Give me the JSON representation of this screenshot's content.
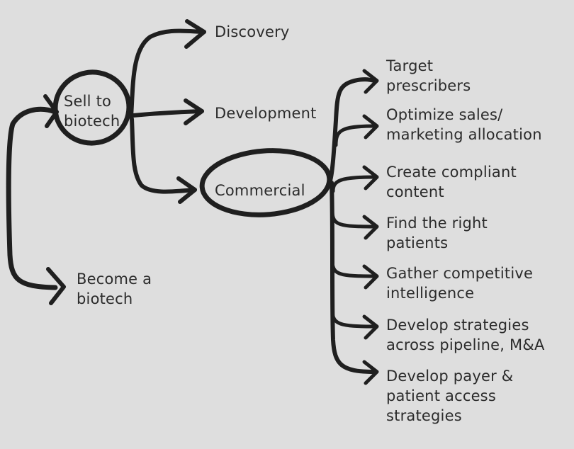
{
  "nodes": {
    "sell_to_biotech": [
      "Sell to",
      "biotech"
    ],
    "become_a_biotech": [
      "Become a",
      "biotech"
    ],
    "discovery": "Discovery",
    "development": "Development",
    "commercial": "Commercial"
  },
  "commercial_items": [
    [
      "Target",
      "prescribers"
    ],
    [
      "Optimize sales/",
      "marketing allocation"
    ],
    [
      "Create compliant",
      "content"
    ],
    [
      "Find the right",
      "patients"
    ],
    [
      "Gather competitive",
      "intelligence"
    ],
    [
      "Develop strategies",
      "across pipeline, M&A"
    ],
    [
      "Develop payer &",
      "patient access",
      "strategies"
    ]
  ],
  "colors": {
    "background": "#dedede",
    "ink": "#1f1f1f",
    "text": "#2b2b2b"
  }
}
